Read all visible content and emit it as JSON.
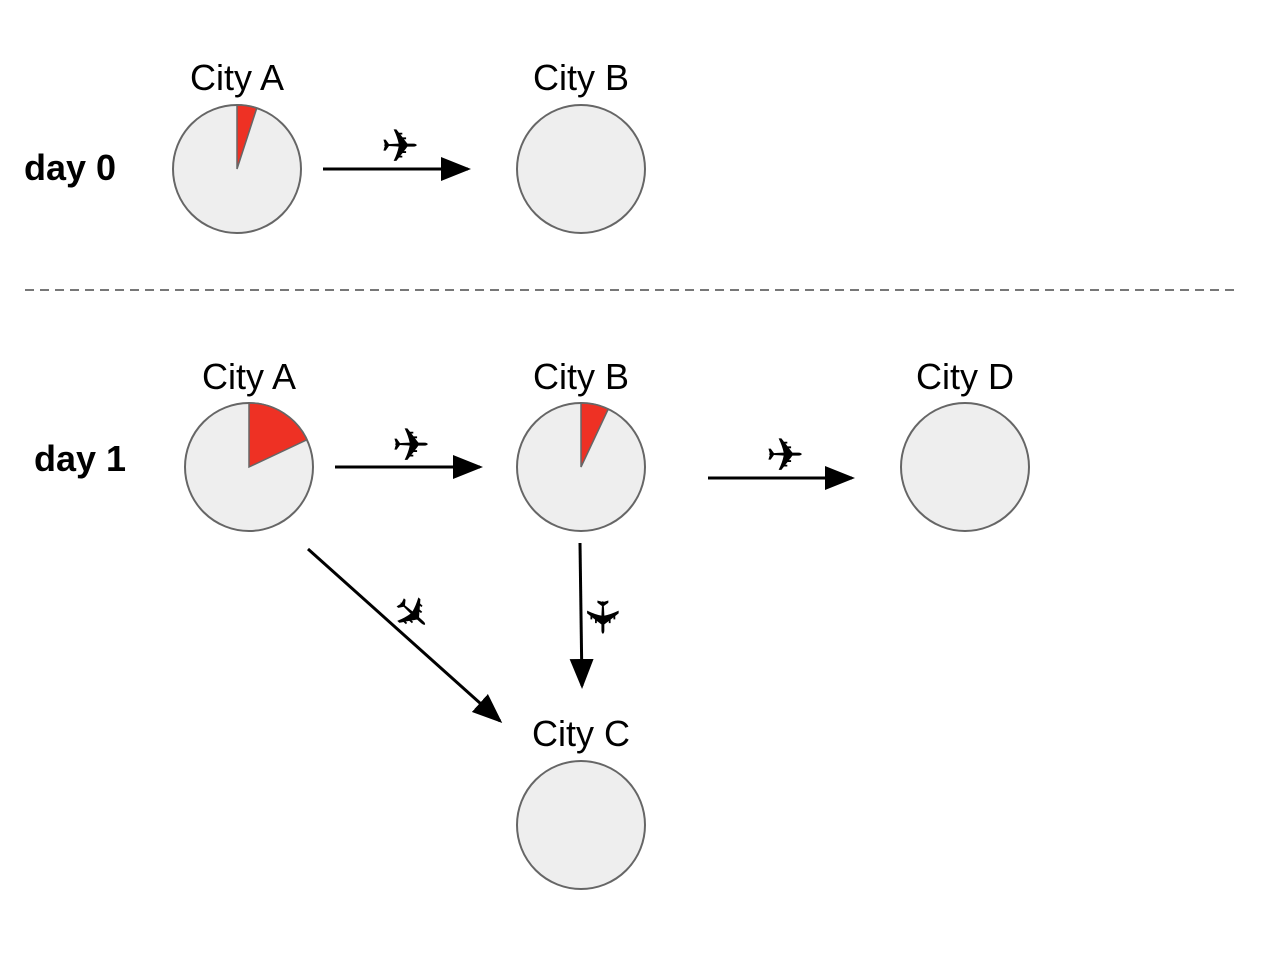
{
  "colors": {
    "node_fill": "#eeeeee",
    "node_stroke": "#666666",
    "infected_fill": "#ee3124",
    "arrow": "#000000",
    "divider": "#777777"
  },
  "icons": {
    "flight": "airplane-icon",
    "glyph": "✈"
  },
  "days": [
    {
      "label": "day 0",
      "cities": [
        {
          "id": "d0-city-a",
          "label": "City A",
          "infected_fraction": 0.05
        },
        {
          "id": "d0-city-b",
          "label": "City B",
          "infected_fraction": 0
        }
      ],
      "flights": [
        {
          "id": "d0-a-to-b",
          "from": "City A",
          "to": "City B"
        }
      ]
    },
    {
      "label": "day 1",
      "cities": [
        {
          "id": "d1-city-a",
          "label": "City A",
          "infected_fraction": 0.18
        },
        {
          "id": "d1-city-b",
          "label": "City B",
          "infected_fraction": 0.07
        },
        {
          "id": "d1-city-d",
          "label": "City D",
          "infected_fraction": 0
        },
        {
          "id": "d1-city-c",
          "label": "City C",
          "infected_fraction": 0
        }
      ],
      "flights": [
        {
          "id": "d1-a-to-b",
          "from": "City A",
          "to": "City B"
        },
        {
          "id": "d1-b-to-d",
          "from": "City B",
          "to": "City D"
        },
        {
          "id": "d1-a-to-c",
          "from": "City A",
          "to": "City C"
        },
        {
          "id": "d1-b-to-c",
          "from": "City B",
          "to": "City C"
        }
      ]
    }
  ]
}
